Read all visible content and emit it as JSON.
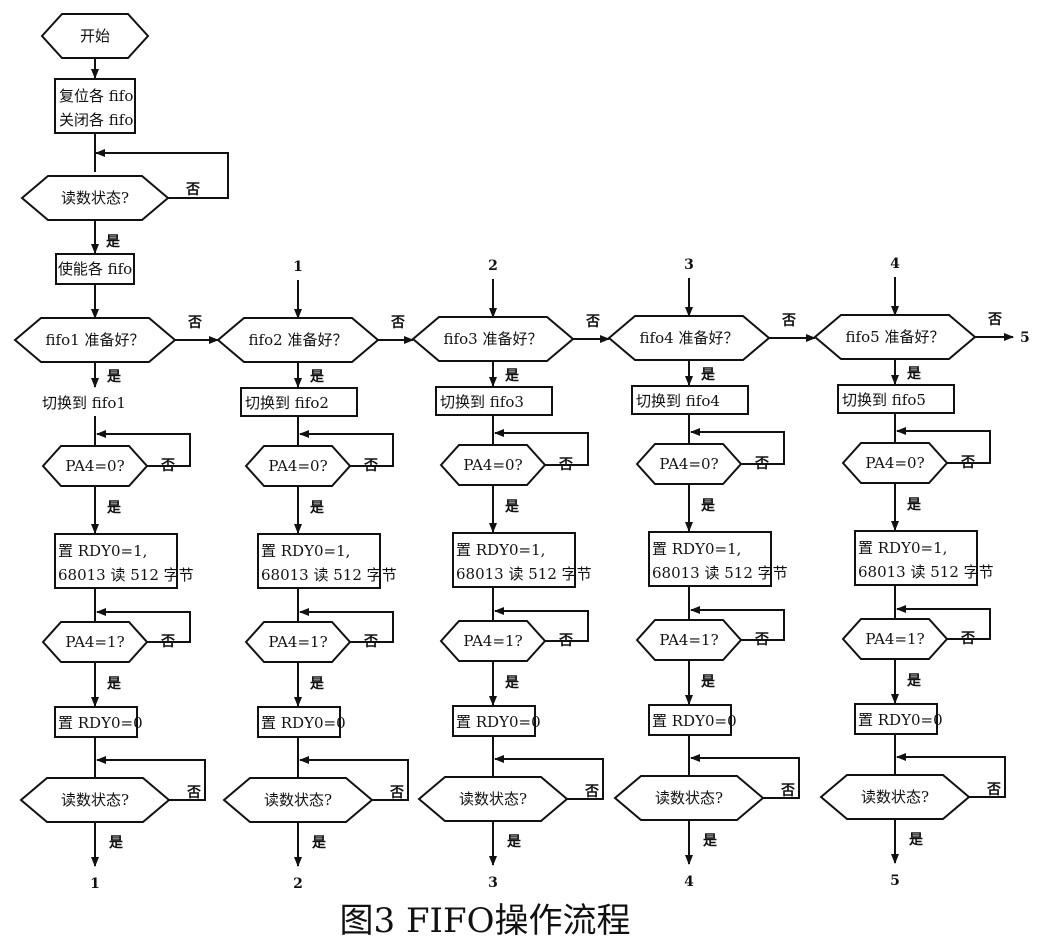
{
  "start": {
    "label": "开始"
  },
  "reset": {
    "line1": "复位各 fifo",
    "line2": "关闭各 fifo"
  },
  "read_status_top": {
    "label": "读数状态?"
  },
  "enable": {
    "label": "使能各 fifo"
  },
  "yes": "是",
  "no": "否",
  "columns": [
    {
      "entry": "",
      "ready": "fifo1 准备好？",
      "switch": "切换到 fifo1",
      "pa4_0": "PA4=0?",
      "set_line1": "置 RDY0=1,",
      "set_line2": "68013 读 512 字节",
      "pa4_1": "PA4=1?",
      "reset_rdy": "置 RDY0=0",
      "read_status": "读数状态?",
      "exit": "1"
    },
    {
      "entry": "1",
      "ready": "fifo2 准备好？",
      "switch": "切换到 fifo2",
      "pa4_0": "PA4=0?",
      "set_line1": "置 RDY0=1,",
      "set_line2": "68013 读 512 字节",
      "pa4_1": "PA4=1?",
      "reset_rdy": "置 RDY0=0",
      "read_status": "读数状态?",
      "exit": "2"
    },
    {
      "entry": "2",
      "ready": "fifo3 准备好？",
      "switch": "切换到 fifo3",
      "pa4_0": "PA4=0?",
      "set_line1": "置 RDY0=1,",
      "set_line2": "68013 读 512 字节",
      "pa4_1": "PA4=1?",
      "reset_rdy": "置 RDY0=0",
      "read_status": "读数状态?",
      "exit": "3"
    },
    {
      "entry": "3",
      "ready": "fifo4 准备好？",
      "switch": "切换到 fifo4",
      "pa4_0": "PA4=0?",
      "set_line1": "置 RDY0=1,",
      "set_line2": "68013 读 512 字节",
      "pa4_1": "PA4=1?",
      "reset_rdy": "置 RDY0=0",
      "read_status": "读数状态?",
      "exit": "4"
    },
    {
      "entry": "4",
      "ready": "fifo5 准备好？",
      "switch": "切换到 fifo5",
      "pa4_0": "PA4=0?",
      "set_line1": "置 RDY0=1,",
      "set_line2": "68013 读 512 字节",
      "pa4_1": "PA4=1?",
      "reset_rdy": "置 RDY0=0",
      "read_status": "读数状态?",
      "exit": "5"
    }
  ],
  "last_no_target": "5",
  "caption": "图3  FIFO操作流程"
}
